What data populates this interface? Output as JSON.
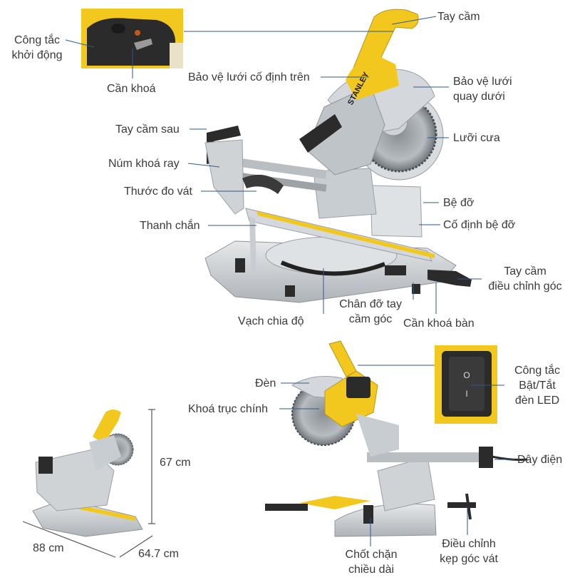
{
  "labels": {
    "cong_tac_khoi_dong_1": "Công tắc",
    "cong_tac_khoi_dong_2": "khởi động",
    "can_khoa": "Cần khoá",
    "tay_cam": "Tay cầm",
    "bao_ve_luoi_co_dinh_tren": "Bảo vệ lưới cố định trên",
    "bao_ve_luoi_quay_duoi_1": "Bảo vệ lưới",
    "bao_ve_luoi_quay_duoi_2": "quay dưới",
    "tay_cam_sau": "Tay cầm sau",
    "luoi_cua": "Lưỡi cưa",
    "num_khoa_ray": "Núm khoá ray",
    "thuoc_do_vat": "Thước đo vát",
    "be_do": "Bệ đỡ",
    "thanh_chan": "Thanh chắn",
    "co_dinh_be_do": "Cố định bệ đỡ",
    "tay_cam_dieu_chinh_goc_1": "Tay cầm",
    "tay_cam_dieu_chinh_goc_2": "điều chỉnh góc",
    "chan_do_tay_cam_goc_1": "Chân đỡ tay",
    "chan_do_tay_cam_goc_2": "cầm góc",
    "vach_chia_do": "Vạch chia độ",
    "can_khoa_ban": "Cần khoá bàn",
    "den": "Đèn",
    "khoa_truc_chinh": "Khoá trục chính",
    "cong_tac_den_1": "Công tắc",
    "cong_tac_den_2": "Bật/Tắt",
    "cong_tac_den_3": "đèn LED",
    "day_dien": "Dây điện",
    "chot_chan_1": "Chốt chặn",
    "chot_chan_2": "chiều dài",
    "dieu_chinh_kep_1": "Điều chỉnh",
    "dieu_chinh_kep_2": "kẹp góc vát"
  },
  "dimensions": {
    "height": "67 cm",
    "width": "88 cm",
    "depth": "64.7 cm"
  },
  "product": {
    "brand": "STANLEY",
    "switch_symbol_on": "O",
    "switch_symbol_off": "I"
  },
  "colors": {
    "yellow": "#f2c81e",
    "silver": "#cfd3d6",
    "dark": "#2b2b2b",
    "line": "#2f5a8a",
    "text": "#3a3a3a"
  }
}
